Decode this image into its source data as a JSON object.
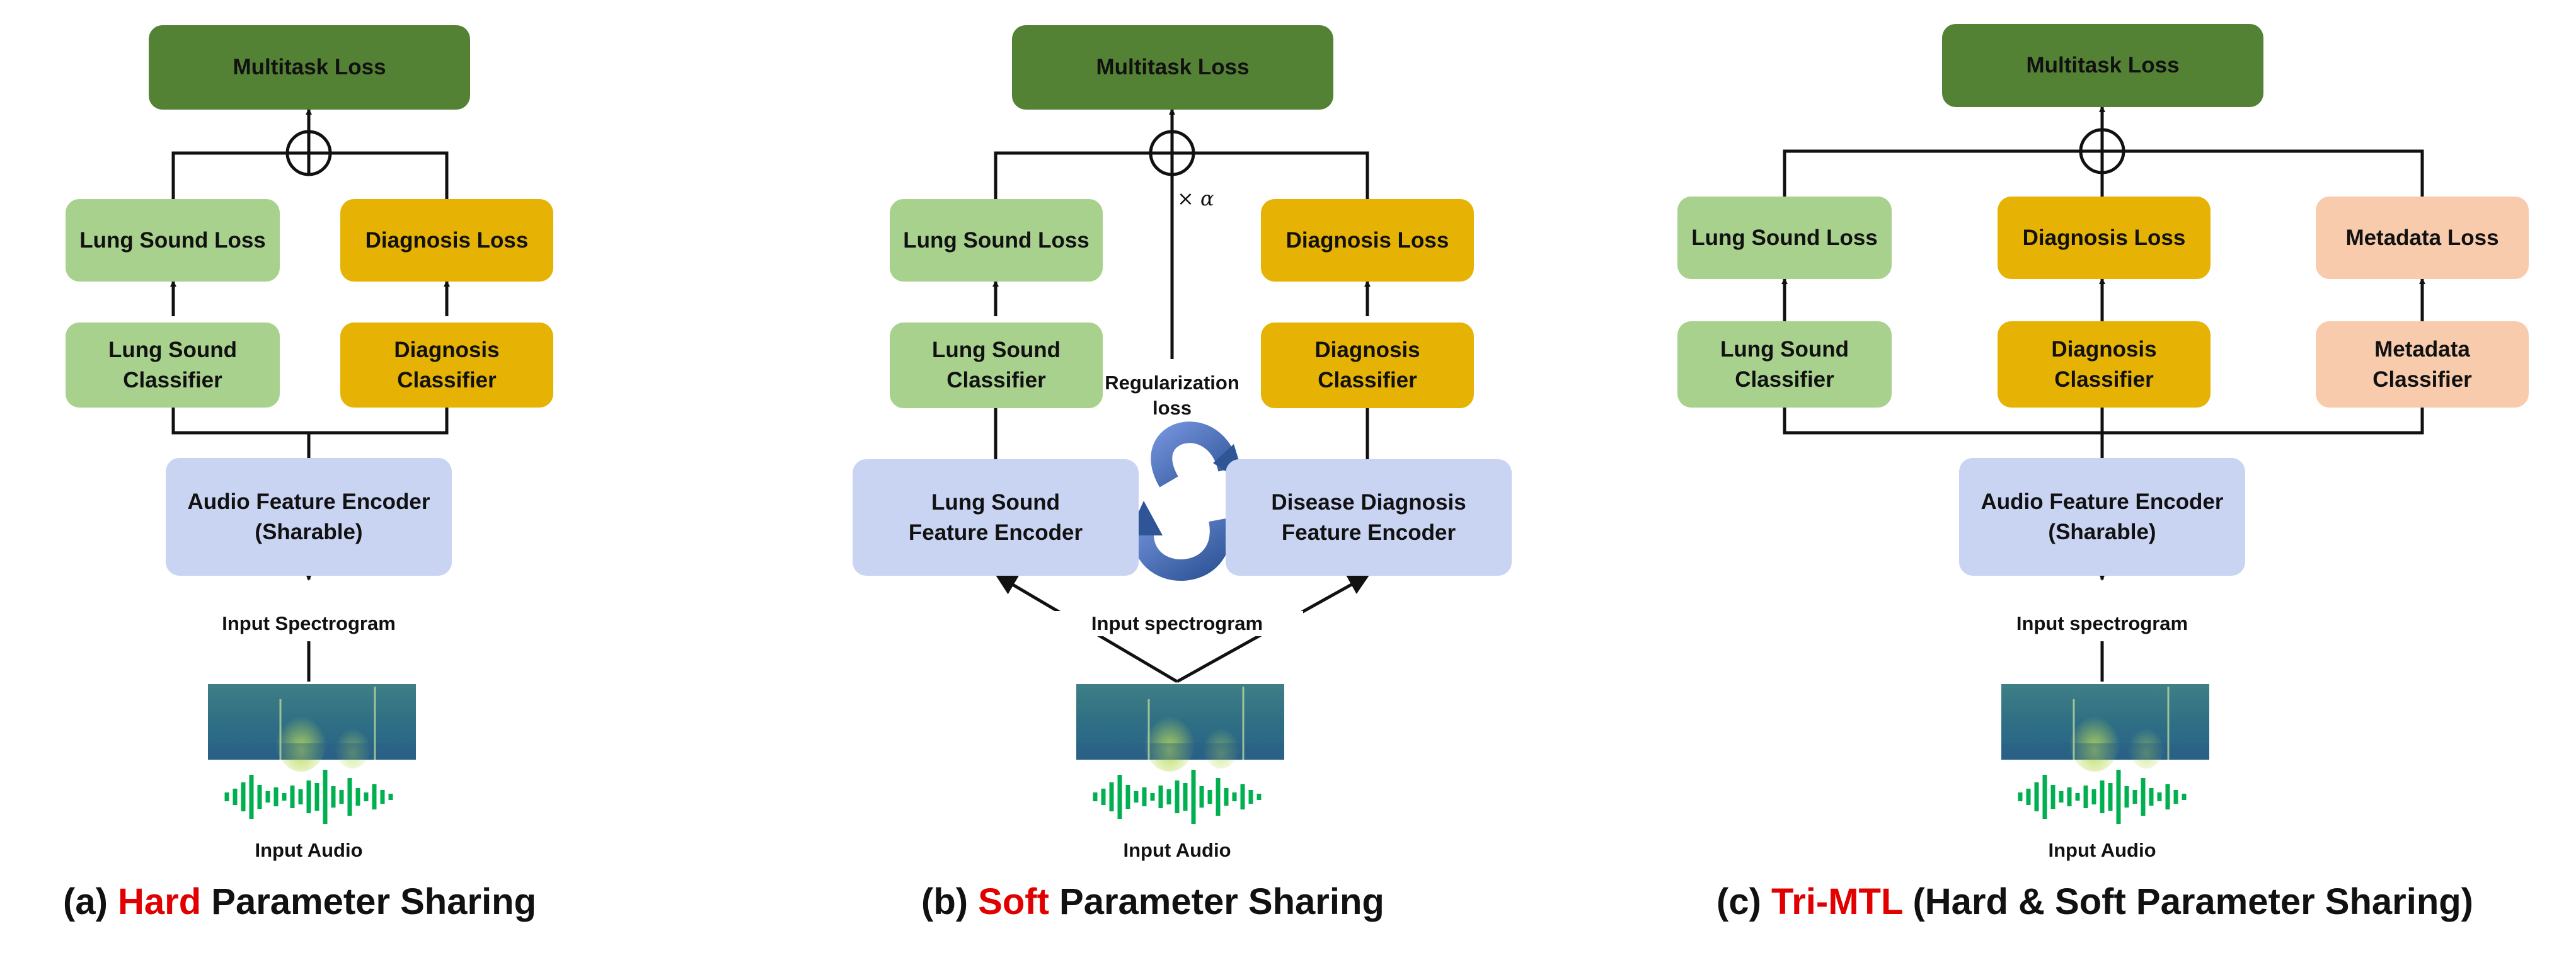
{
  "panels": {
    "a": {
      "multitask_loss": "Multitask Loss",
      "lung_sound_loss": "Lung Sound Loss",
      "diagnosis_loss": "Diagnosis Loss",
      "lung_sound_classifier": "Lung Sound\nClassifier",
      "diagnosis_classifier": "Diagnosis\nClassifier",
      "encoder": "Audio Feature Encoder\n(Sharable)",
      "input_spectrogram": "Input Spectrogram",
      "input_audio": "Input Audio",
      "caption_prefix": "(a) ",
      "caption_highlight": "Hard",
      "caption_suffix": " Parameter Sharing"
    },
    "b": {
      "multitask_loss": "Multitask Loss",
      "lung_sound_loss": "Lung Sound Loss",
      "diagnosis_loss": "Diagnosis Loss",
      "lung_sound_classifier": "Lung Sound\nClassifier",
      "diagnosis_classifier": "Diagnosis\nClassifier",
      "lung_encoder": "Lung Sound\nFeature Encoder",
      "disease_encoder": "Disease Diagnosis\nFeature Encoder",
      "regularization": "Regularization\nloss",
      "alpha": "× α",
      "input_spectrogram": "Input spectrogram",
      "input_audio": "Input Audio",
      "caption_prefix": "(b) ",
      "caption_highlight": "Soft",
      "caption_suffix": " Parameter Sharing"
    },
    "c": {
      "multitask_loss": "Multitask Loss",
      "lung_sound_loss": "Lung Sound Loss",
      "diagnosis_loss": "Diagnosis Loss",
      "metadata_loss": "Metadata Loss",
      "lung_sound_classifier": "Lung Sound\nClassifier",
      "diagnosis_classifier": "Diagnosis\nClassifier",
      "metadata_classifier": "Metadata\nClassifier",
      "encoder": "Audio Feature Encoder\n(Sharable)",
      "input_spectrogram": "Input spectrogram",
      "input_audio": "Input Audio",
      "caption_prefix": "(c) ",
      "caption_highlight": "Tri-MTL",
      "caption_suffix": " (Hard & Soft Parameter Sharing)"
    }
  },
  "colors": {
    "multitask_loss": "#548235",
    "lung_sound": "#a9d18e",
    "diagnosis": "#e6b304",
    "metadata": "#f8cbad",
    "encoder": "#c9d3f2",
    "highlight": "#e00000",
    "waveform": "#00b050",
    "regularization_arrows": "#2f5597"
  }
}
